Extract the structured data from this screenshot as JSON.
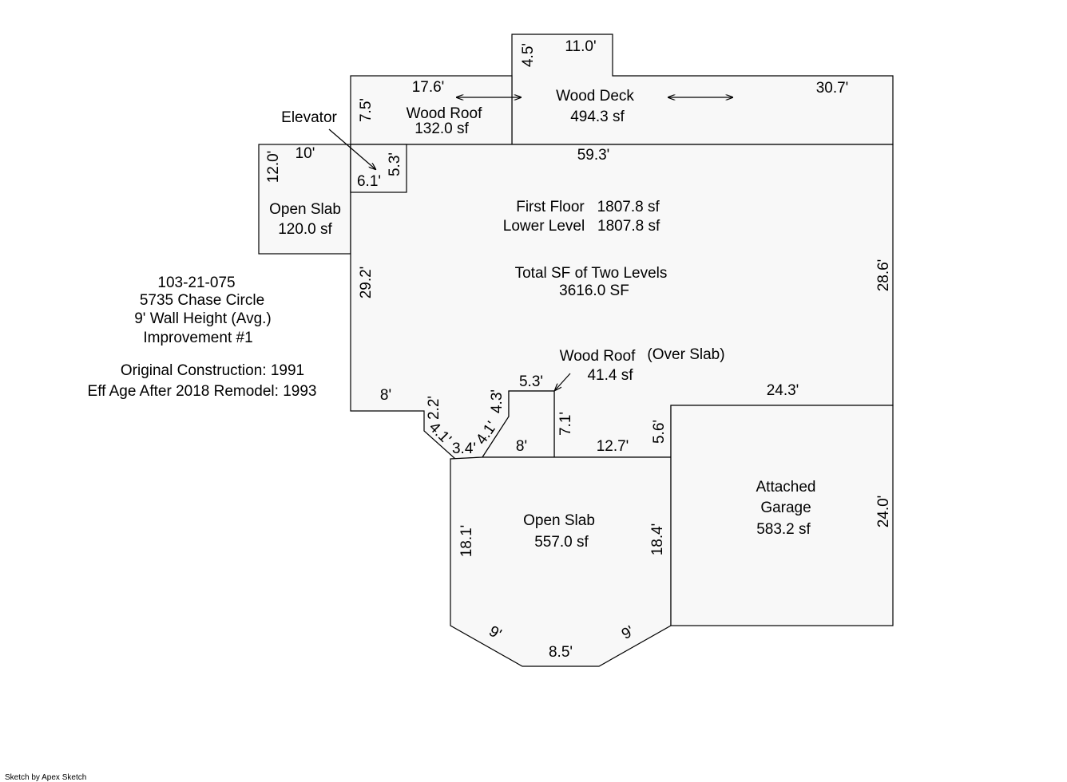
{
  "info": {
    "parcel": "103-21-075",
    "address": "5735 Chase Circle",
    "wall_height": "9' Wall Height (Avg.)",
    "improvement": "Improvement #1",
    "original_construction": "Original Construction: 1991",
    "eff_age": "Eff Age After 2018 Remodel: 1993"
  },
  "areas": {
    "wood_deck": {
      "name": "Wood Deck",
      "size": "494.3 sf"
    },
    "wood_roof_top": {
      "name": "Wood Roof",
      "size": "132.0 sf"
    },
    "elevator": {
      "name": "Elevator"
    },
    "open_slab_left": {
      "name": "Open Slab",
      "size": "120.0 sf"
    },
    "main": {
      "first_floor": "First Floor   1807.8 sf",
      "lower_level": "Lower Level   1807.8 sf",
      "total_label": "Total SF of Two Levels",
      "total_value": "3616.0 SF"
    },
    "wood_roof_slab": {
      "name": "Wood Roof",
      "qualifier": "(Over Slab)",
      "size": "41.4 sf"
    },
    "open_slab_bottom": {
      "name": "Open Slab",
      "size": "557.0 sf"
    },
    "garage": {
      "line1": "Attached",
      "line2": "Garage",
      "size": "583.2 sf"
    }
  },
  "dimensions": {
    "deck_top": "11.0'",
    "deck_side": "4.5'",
    "deck_right": "30.7'",
    "roof_top": "17.6'",
    "roof_side": "7.5'",
    "main_top": "59.3'",
    "slab_left_top": "10'",
    "slab_left_side": "12.0'",
    "elev_width": "6.1'",
    "elev_height": "5.3'",
    "main_left": "29.2'",
    "main_right": "28.6'",
    "bottom_left": "8'",
    "jog_a": "2.2'",
    "jog_b": "4.1'",
    "jog_c": "3.4'",
    "jog_d": "4.1'",
    "jog_e": "4.3'",
    "bump_top": "5.3'",
    "bump_side": "7.1'",
    "bump_bottom": "8'",
    "seg_127": "12.7'",
    "seg_56": "5.6'",
    "garage_top": "24.3'",
    "garage_right": "24.0'",
    "slab_left_side2": "18.1'",
    "slab_right_side": "18.4'",
    "bay_left": "9'",
    "bay_bottom": "8.5'",
    "bay_right": "9'"
  },
  "footer": "Sketch by Apex Sketch"
}
